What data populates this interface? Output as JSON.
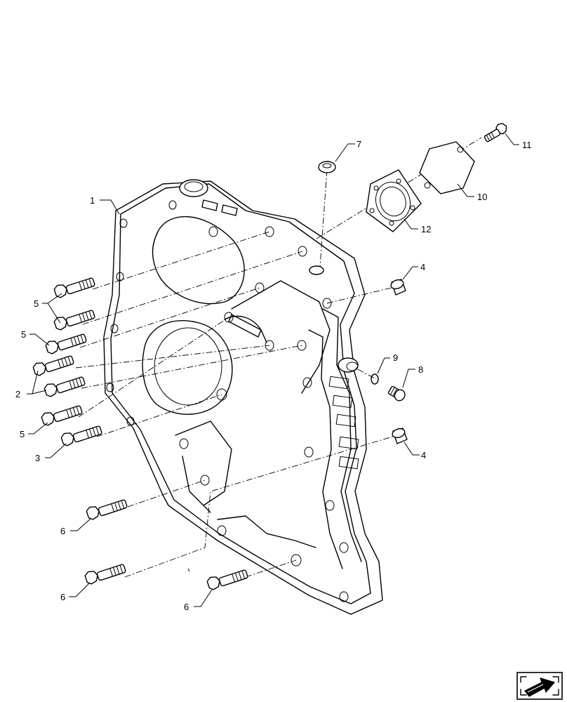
{
  "callouts": [
    {
      "id": "c1",
      "text": "1"
    },
    {
      "id": "c2",
      "text": "2"
    },
    {
      "id": "c3",
      "text": "3"
    },
    {
      "id": "c4a",
      "text": "4"
    },
    {
      "id": "c4b",
      "text": "4"
    },
    {
      "id": "c5a",
      "text": "5"
    },
    {
      "id": "c5b",
      "text": "5"
    },
    {
      "id": "c5c",
      "text": "5"
    },
    {
      "id": "c6a",
      "text": "6"
    },
    {
      "id": "c6b",
      "text": "6"
    },
    {
      "id": "c6c",
      "text": "6"
    },
    {
      "id": "c7",
      "text": "7"
    },
    {
      "id": "c8",
      "text": "8"
    },
    {
      "id": "c9",
      "text": "9"
    },
    {
      "id": "c10",
      "text": "10"
    },
    {
      "id": "c11",
      "text": "11"
    },
    {
      "id": "c12",
      "text": "12"
    }
  ],
  "nav_icon": "next-page-arrow-icon"
}
